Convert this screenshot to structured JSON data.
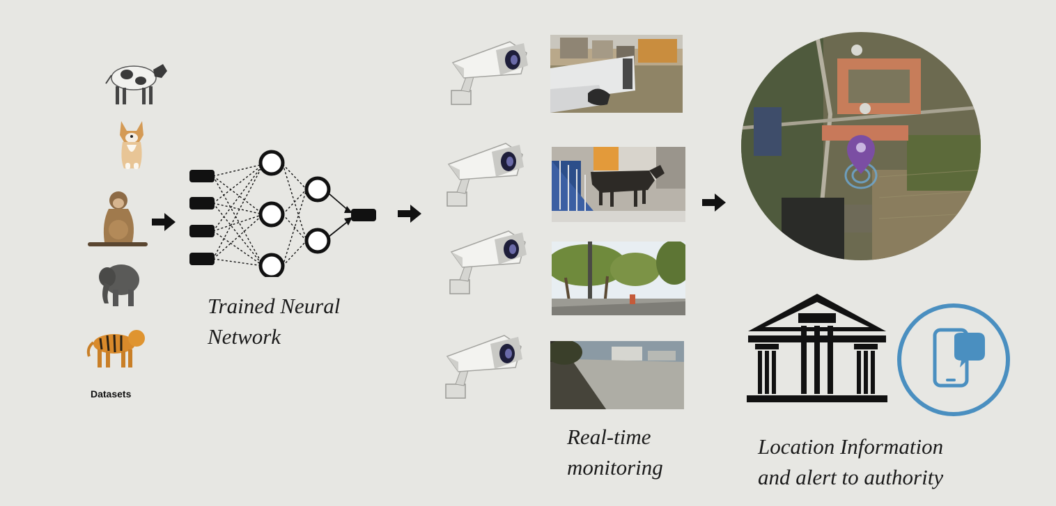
{
  "datasets": {
    "label": "Datasets",
    "animals": [
      "cow",
      "dog",
      "monkey",
      "elephant",
      "tiger"
    ]
  },
  "network": {
    "caption_line1": "Trained Neural",
    "caption_line2": "Network"
  },
  "monitoring": {
    "caption_line1": "Real-time",
    "caption_line2": "monitoring",
    "camera_count": 4
  },
  "alert": {
    "caption_line1": "Location Information",
    "caption_line2": "and alert to authority"
  },
  "colors": {
    "background": "#e7e7e3",
    "ink": "#111111",
    "pin": "#7b4ea3",
    "mobile_ring": "#4a8fc0"
  },
  "icons": [
    "right-arrow-icon",
    "security-camera-icon",
    "map-pin-icon",
    "government-building-icon",
    "mobile-message-icon"
  ]
}
